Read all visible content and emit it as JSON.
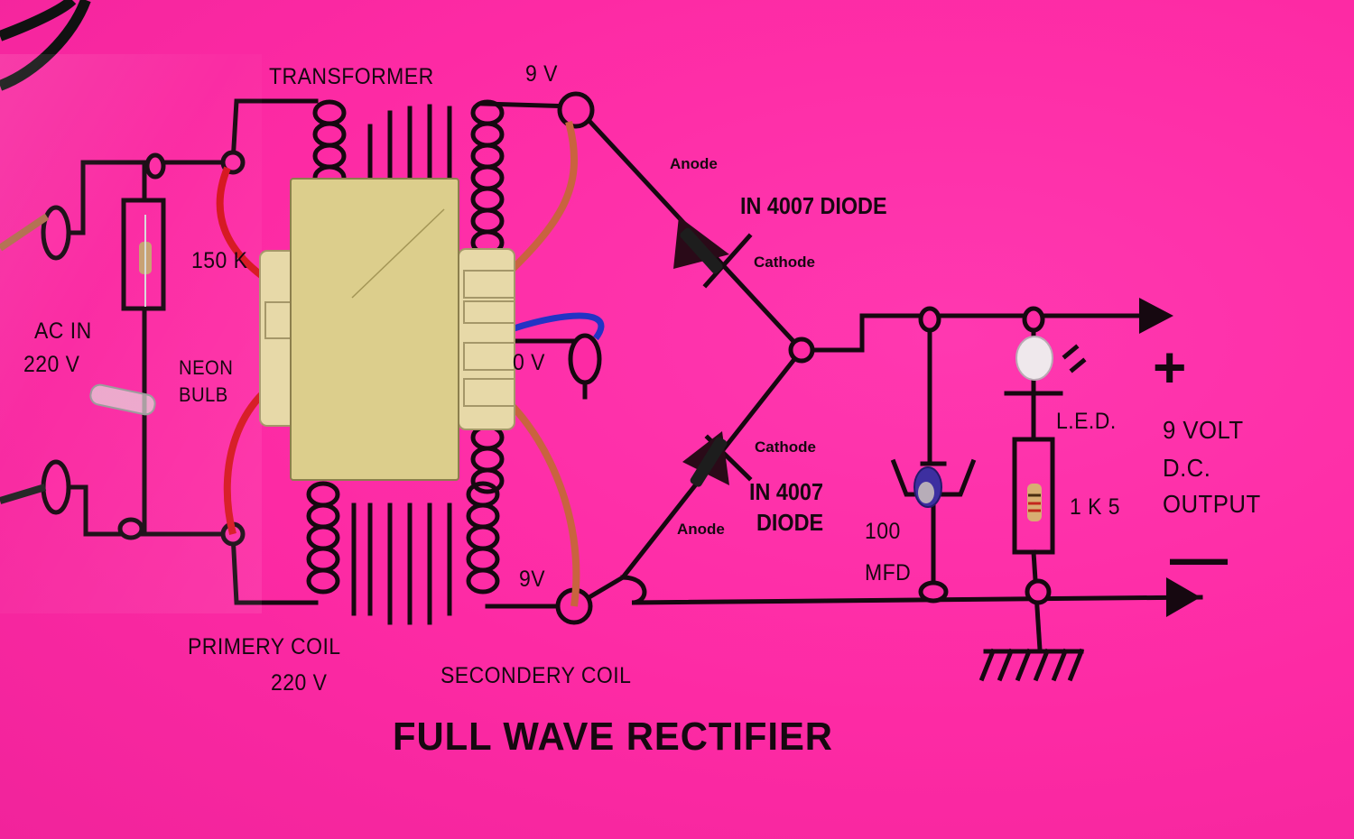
{
  "diagram": {
    "title": "FULL WAVE RECTIFIER",
    "background_color": "#fd2aa4",
    "ink_color": "#160810",
    "labels": {
      "transformer": "TRANSFORMER",
      "top_tap_voltage": "9 V",
      "center_tap_voltage": "0 V",
      "bottom_tap_voltage": "9V",
      "ac_in_line1": "AC IN",
      "ac_in_line2": "220 V",
      "resistor_150k": "150 K",
      "neon_line1": "NEON",
      "neon_line2": "BULB",
      "primary_line1": "PRIMERY COIL",
      "primary_line2": "220 V",
      "secondary": "SECONDERY COIL",
      "d1_anode": "Anode",
      "d1_name": "IN 4007 DIODE",
      "d1_cathode": "Cathode",
      "d2_cathode": "Cathode",
      "d2_name_line1": "IN 4007",
      "d2_name_line2": "DIODE",
      "d2_anode": "Anode",
      "capacitor_line1": "100",
      "capacitor_line2": "MFD",
      "led": "L.E.D.",
      "resistor_1k5": "1 K 5",
      "output_line1": "9 VOLT",
      "output_line2": "D.C.",
      "output_line3": "OUTPUT",
      "plus_sign": "+",
      "minus_sign": "—"
    },
    "components": [
      {
        "name": "transformer",
        "primary": "220 V",
        "secondary": "9-0-9 V"
      },
      {
        "name": "resistor",
        "value": "150 K"
      },
      {
        "name": "neon-bulb"
      },
      {
        "name": "diode",
        "part": "IN 4007"
      },
      {
        "name": "diode",
        "part": "IN 4007"
      },
      {
        "name": "capacitor",
        "value": "100 MFD"
      },
      {
        "name": "led"
      },
      {
        "name": "resistor",
        "value": "1 K 5"
      },
      {
        "name": "ground"
      }
    ]
  }
}
